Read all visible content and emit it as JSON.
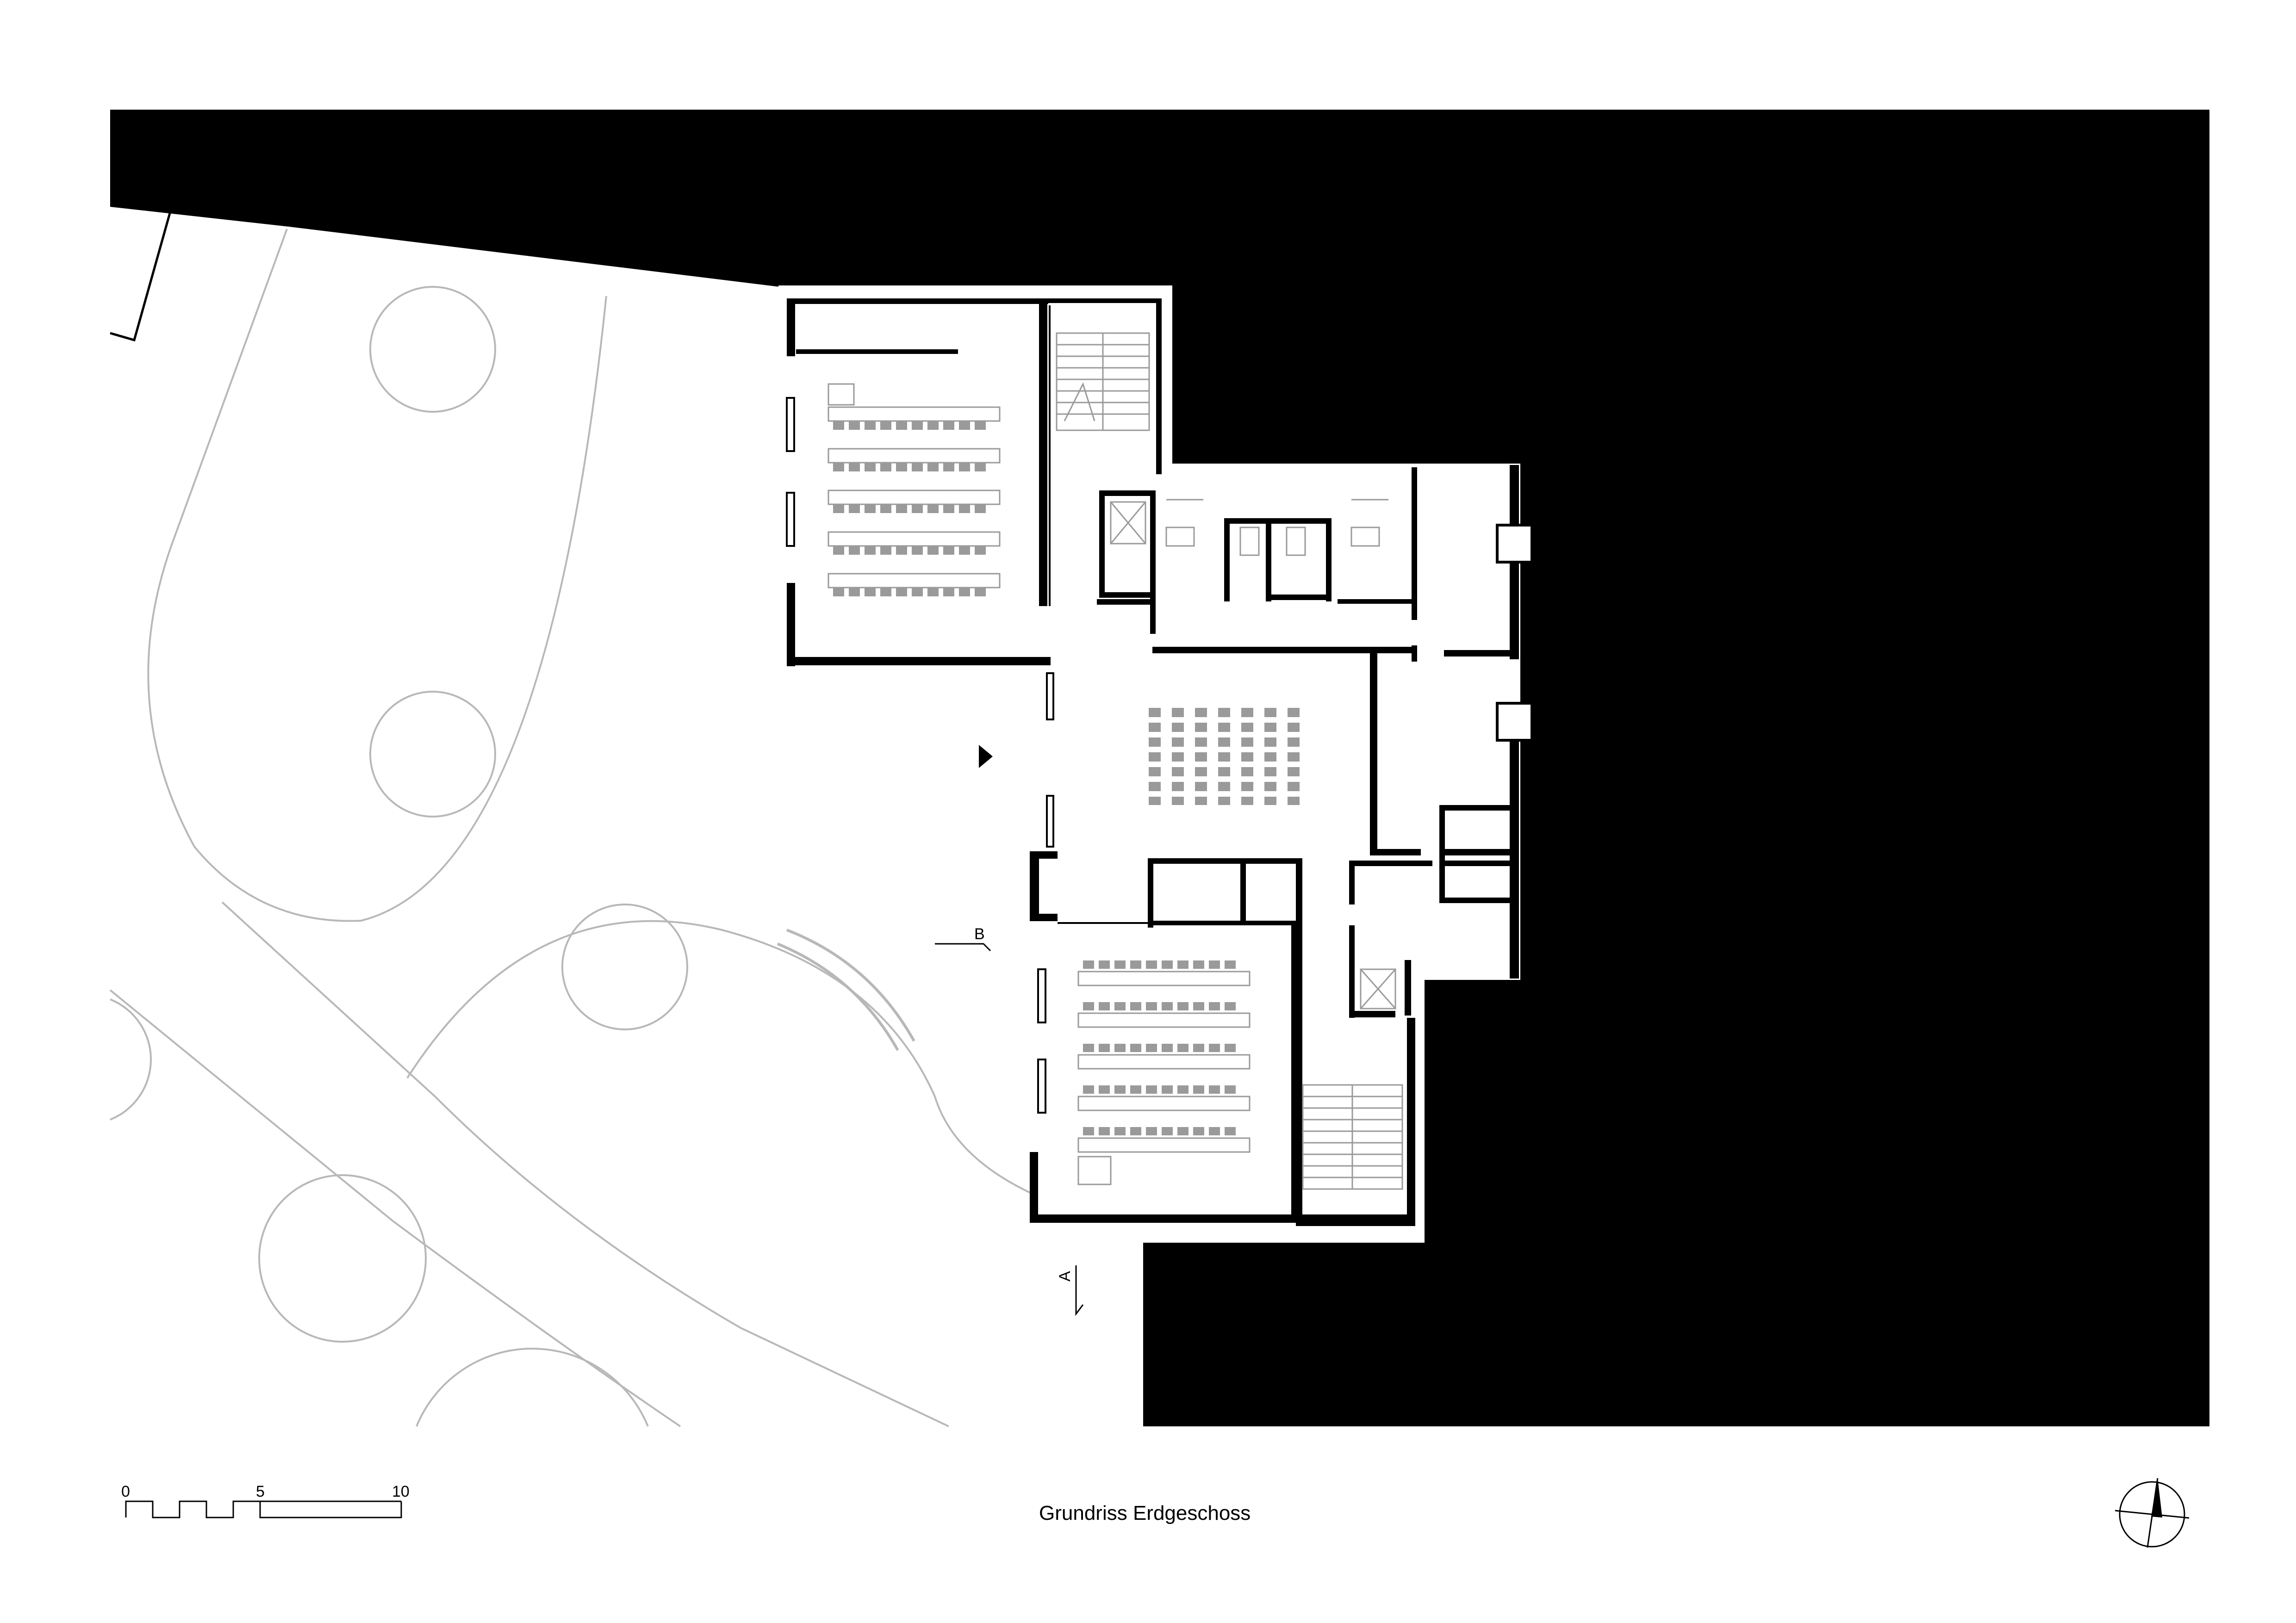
{
  "title": "Grundriss Erdgeschoss",
  "scale_bar": {
    "labels": [
      "0",
      "5",
      "10"
    ]
  },
  "section_markers": {
    "a": "A",
    "b": "B"
  },
  "icons": {
    "north_arrow": "north-arrow-icon",
    "entrance": "entrance-arrow-icon"
  },
  "colors": {
    "ink": "#000000",
    "paper": "#ffffff",
    "furniture": "#9a9a9a",
    "landscape": "#b8b8b8"
  }
}
